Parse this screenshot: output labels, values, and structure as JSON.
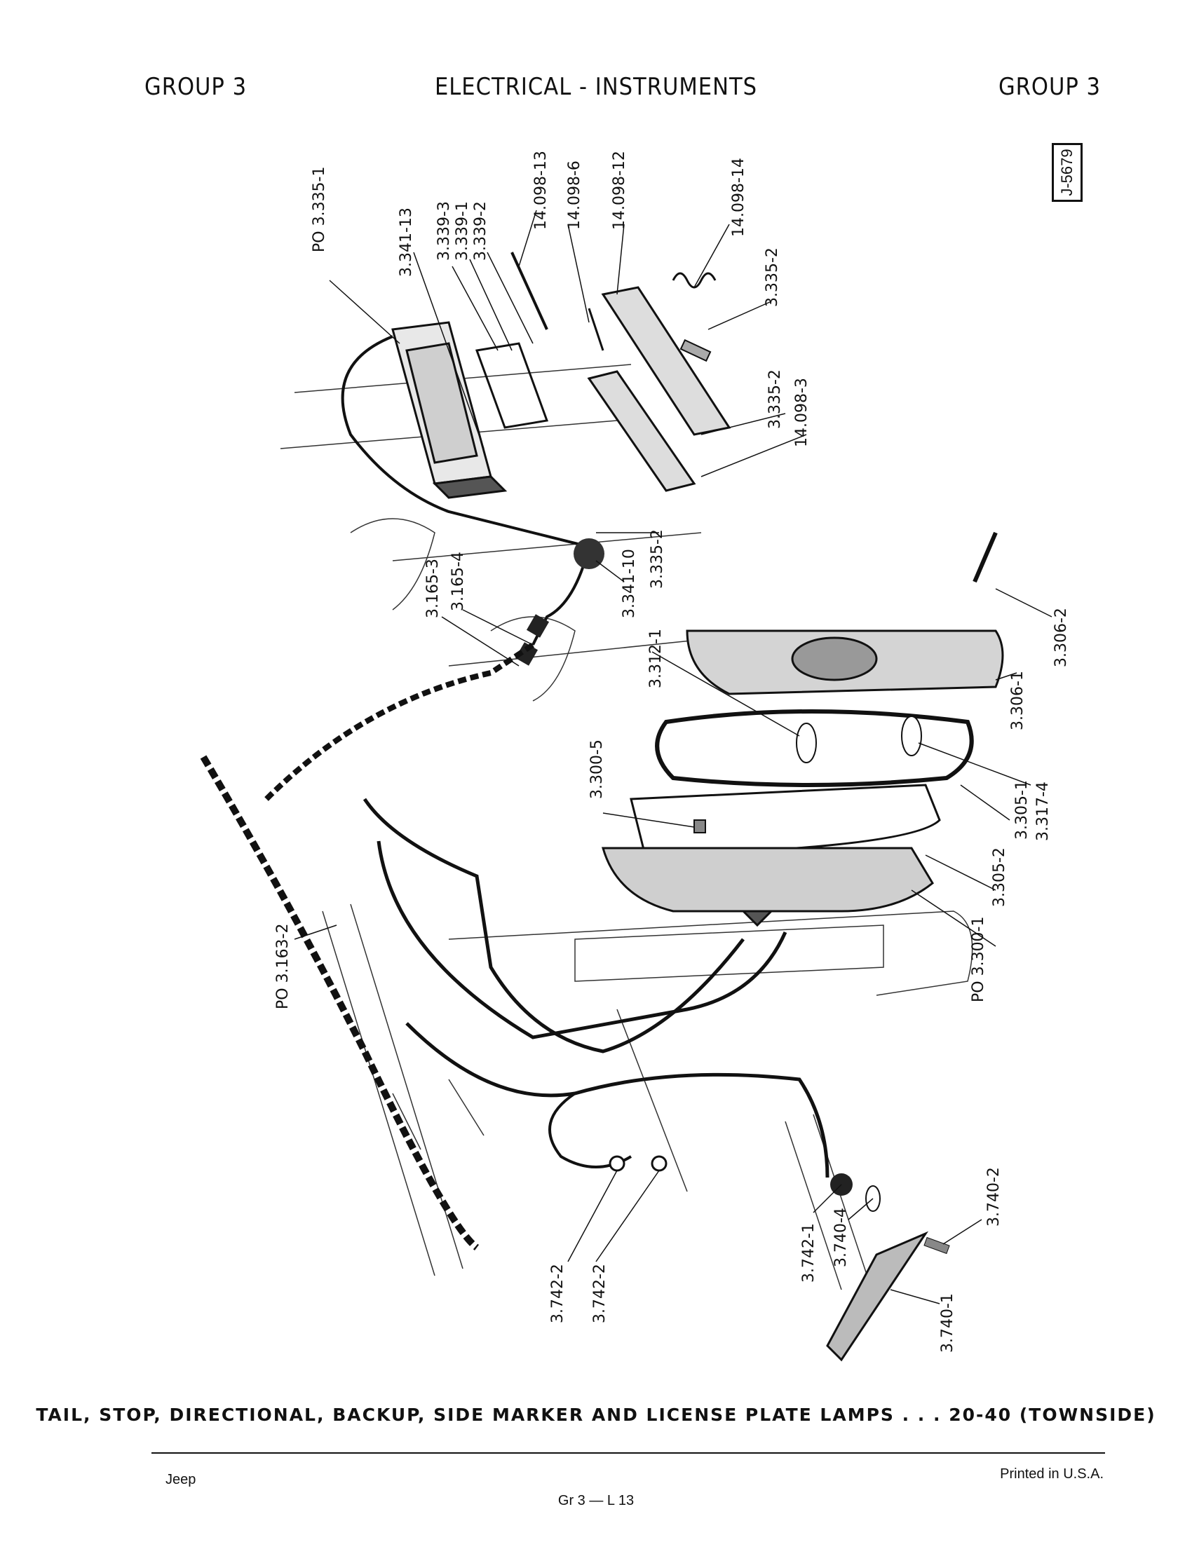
{
  "header": {
    "left": "GROUP 3",
    "center": "ELECTRICAL - INSTRUMENTS",
    "right": "GROUP 3"
  },
  "figure_id": "J-5679",
  "callouts": [
    "PO 3.335-1",
    "3.341-13",
    "3.339-3",
    "3.339-1",
    "3.339-2",
    "14.098-13",
    "14.098-6",
    "14.098-12",
    "14.098-14",
    "3.335-2",
    "3.335-2",
    "14.098-3",
    "3.335-2",
    "3.341-10",
    "3.165-4",
    "3.165-3",
    "3.312-1",
    "3.306-2",
    "3.306-1",
    "3.317-4",
    "3.305-1",
    "3.305-2",
    "3.300-5",
    "PO 3.300-1",
    "PO 3.163-2",
    "3.742-2",
    "3.742-2",
    "3.742-1",
    "3.740-4",
    "3.740-2",
    "3.740-1"
  ],
  "caption": "TAIL, STOP, DIRECTIONAL, BACKUP, SIDE MARKER AND LICENSE PLATE LAMPS . . . 20-40 (TOWNSIDE)",
  "footer": {
    "left": "Jeep",
    "center": "Gr 3 — L 13",
    "right": "Printed in U.S.A."
  }
}
